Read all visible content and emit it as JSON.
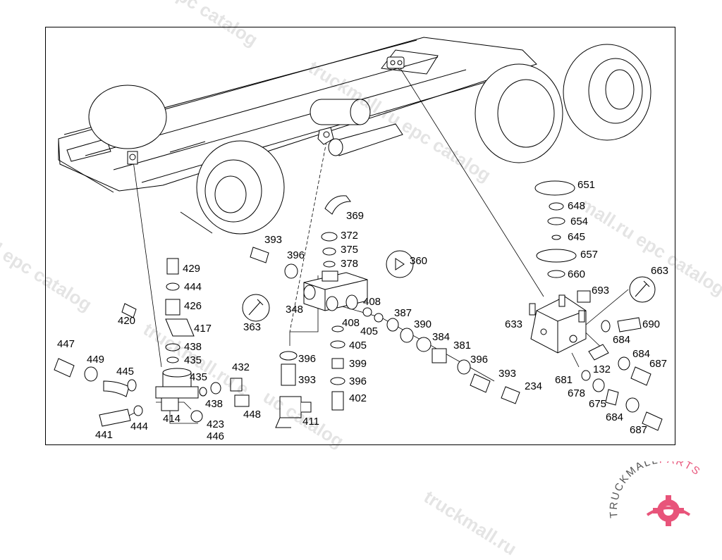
{
  "watermark": {
    "text_1": "pc catalog",
    "text_2": "truckmall.ru epc catalog",
    "text_3": "mall.ru epc catalog",
    "text_4": "ll epc catalog",
    "text_5": "truckmall.ru e",
    "text_6": "uc catalog",
    "text_7": "truckmall.ru"
  },
  "logo": {
    "text": "TRUCKMALLPARTS",
    "part1": "TRUCKMALL",
    "part2": "PARTS",
    "accent": "#e8547a"
  },
  "callouts": {
    "c651": "651",
    "c648": "648",
    "c654": "654",
    "c645": "645",
    "c657": "657",
    "c660": "660",
    "c663": "663",
    "c693": "693",
    "c633": "633",
    "c690": "690",
    "c684a": "684",
    "c684b": "684",
    "c687a": "687",
    "c681": "681",
    "c132": "132",
    "c678": "678",
    "c675": "675",
    "c684c": "684",
    "c687b": "687",
    "c369": "369",
    "c372": "372",
    "c375": "375",
    "c378": "378",
    "c393a": "393",
    "c396a": "396",
    "c360": "360",
    "c363": "363",
    "c348": "348",
    "c408a": "408",
    "c408b": "408",
    "c405a": "405",
    "c405b": "405",
    "c387": "387",
    "c390": "390",
    "c384": "384",
    "c381": "381",
    "c396b": "396",
    "c393b": "393",
    "c234": "234",
    "c399": "399",
    "c396c": "396",
    "c402": "402",
    "c396d": "396",
    "c393c": "393",
    "c411": "411",
    "c429": "429",
    "c444a": "444",
    "c426": "426",
    "c420": "420",
    "c417": "417",
    "c438a": "438",
    "c435a": "435",
    "c435b": "435",
    "c432": "432",
    "c447": "447",
    "c449": "449",
    "c445": "445",
    "c438b": "438",
    "c448": "448",
    "c414": "414",
    "c423": "423",
    "c446": "446",
    "c441": "441",
    "c444b": "444"
  }
}
